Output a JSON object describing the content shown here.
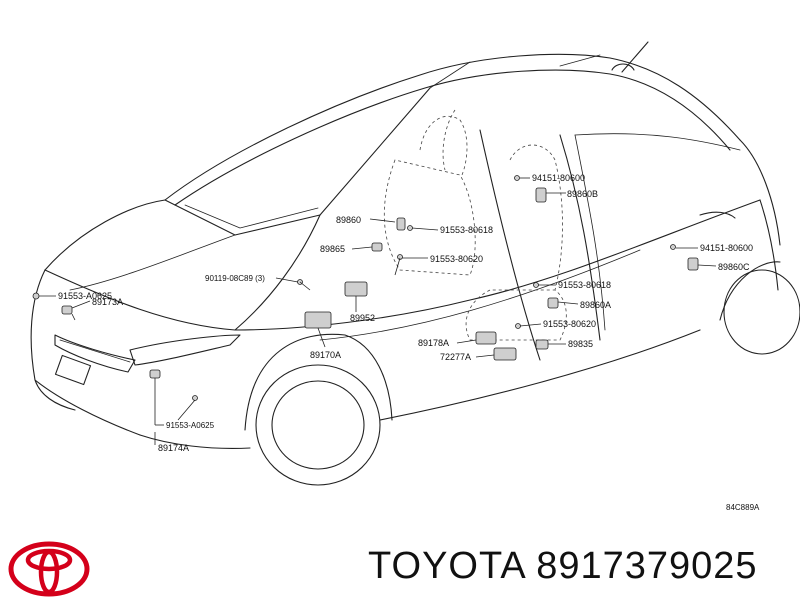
{
  "brand": "TOYOTA",
  "part_number": "8917379025",
  "diagram_code": "84C889A",
  "accent_color": "#d4001a",
  "logo_icon": "toyota-logo-icon",
  "callouts": [
    {
      "id": "l-94151-80600-a",
      "text": "94151-80600"
    },
    {
      "id": "l-89860b",
      "text": "89860B"
    },
    {
      "id": "l-89860",
      "text": "89860"
    },
    {
      "id": "l-91553-80618-a",
      "text": "91553-80618"
    },
    {
      "id": "l-89865",
      "text": "89865"
    },
    {
      "id": "l-91553-80620-a",
      "text": "91553-80620"
    },
    {
      "id": "l-94151-80600-b",
      "text": "94151-80600"
    },
    {
      "id": "l-89860c",
      "text": "89860C"
    },
    {
      "id": "l-90119",
      "text": "90119-08C89 (3)"
    },
    {
      "id": "l-91553-80618-b",
      "text": "91553-80618"
    },
    {
      "id": "l-91553-a0625-a",
      "text": "91553-A0625"
    },
    {
      "id": "l-89173a",
      "text": "89173A"
    },
    {
      "id": "l-89860a",
      "text": "89860A"
    },
    {
      "id": "l-89952",
      "text": "89952"
    },
    {
      "id": "l-91553-80620-b",
      "text": "91553-80620"
    },
    {
      "id": "l-89178a",
      "text": "89178A"
    },
    {
      "id": "l-89835",
      "text": "89835"
    },
    {
      "id": "l-89170a",
      "text": "89170A"
    },
    {
      "id": "l-72277a",
      "text": "72277A"
    },
    {
      "id": "l-91553-a0625-b",
      "text": "91553-A0625"
    },
    {
      "id": "l-89174a",
      "text": "89174A"
    }
  ]
}
